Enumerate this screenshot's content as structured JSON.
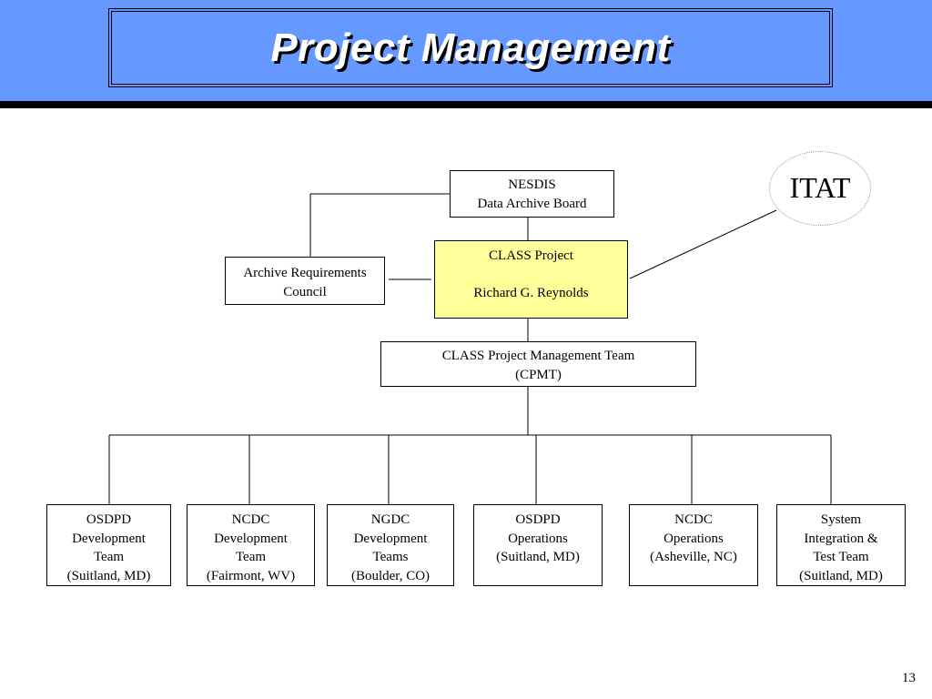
{
  "slide": {
    "title": "Project Management",
    "page_number": "13"
  },
  "colors": {
    "header_background": "#6699ff",
    "header_rule": "#000000",
    "highlight_box": "#ffff99",
    "title_text": "#ffffff"
  },
  "org_chart": {
    "nesdis": {
      "lines": [
        "NESDIS",
        "Data Archive Board"
      ]
    },
    "class_project": {
      "lines": [
        "CLASS Project",
        "",
        "Richard G. Reynolds"
      ]
    },
    "archive_council": {
      "lines": [
        "Archive Requirements",
        "Council"
      ]
    },
    "itat": {
      "label": "ITAT"
    },
    "cpmt": {
      "lines": [
        "CLASS Project Management Team",
        "(CPMT)"
      ]
    },
    "teams": [
      {
        "lines": [
          "OSDPD",
          "Development",
          "Team",
          "(Suitland, MD)"
        ]
      },
      {
        "lines": [
          "NCDC",
          "Development",
          "Team",
          "(Fairmont, WV)"
        ]
      },
      {
        "lines": [
          "NGDC",
          "Development",
          "Teams",
          "(Boulder, CO)"
        ]
      },
      {
        "lines": [
          "OSDPD",
          "Operations",
          "(Suitland, MD)"
        ]
      },
      {
        "lines": [
          "NCDC",
          "Operations",
          "(Asheville, NC)"
        ]
      },
      {
        "lines": [
          "System",
          "Integration &",
          "Test Team",
          "(Suitland, MD)"
        ]
      }
    ]
  }
}
